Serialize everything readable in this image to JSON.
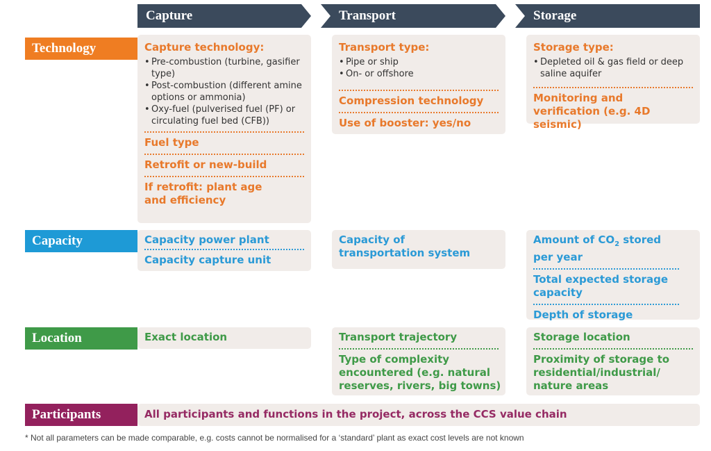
{
  "headers": {
    "capture": "Capture",
    "transport": "Transport",
    "storage": "Storage"
  },
  "rows": {
    "technology": {
      "label": "Technology",
      "color": "#ef7d22"
    },
    "capacity": {
      "label": "Capacity",
      "color": "#1e9ad6"
    },
    "location": {
      "label": "Location",
      "color": "#3f9a48"
    },
    "participants": {
      "label": "Participants",
      "color": "#93215d"
    }
  },
  "technology": {
    "capture": {
      "title": "Capture technology:",
      "bullets": [
        "Pre-combustion (turbine, gasifier type)",
        "Post-combustion (different amine options or ammonia)",
        "Oxy-fuel (pulverised fuel (PF) or circulating fuel bed (CFB))"
      ],
      "items": [
        "Fuel type",
        "Retrofit or new-build",
        "If retrofit: plant age and efficiency"
      ]
    },
    "transport": {
      "title": "Transport type:",
      "bullets": [
        "Pipe or ship",
        "On- or offshore"
      ],
      "items": [
        "Compression technology",
        "Use of booster: yes/no"
      ]
    },
    "storage": {
      "title": "Storage type:",
      "bullets": [
        "Depleted oil & gas field or deep saline aquifer"
      ],
      "items": [
        "Monitoring and verification (e.g. 4D seismic)"
      ]
    }
  },
  "capacity": {
    "capture": [
      "Capacity power plant",
      "Capacity capture unit"
    ],
    "transport": [
      "Capacity of transportation system"
    ],
    "storage": {
      "amount_pre": "Amount of CO",
      "amount_sub": "2",
      "amount_post": " stored per year",
      "items": [
        "Total expected storage capacity",
        "Depth of storage"
      ]
    }
  },
  "location": {
    "capture": [
      "Exact location"
    ],
    "transport": [
      "Transport trajectory",
      "Type of complexity encountered (e.g. natural reserves, rivers, big towns)"
    ],
    "storage": [
      "Storage location",
      "Proximity of storage to residential/industrial/ nature areas"
    ]
  },
  "participants": {
    "text": "All participants and functions in the project, across the CCS value chain"
  },
  "footnote": "* Not all parameters can be made comparable, e.g. costs cannot be normalised for a ‘standard’ plant as exact cost levels are not known"
}
